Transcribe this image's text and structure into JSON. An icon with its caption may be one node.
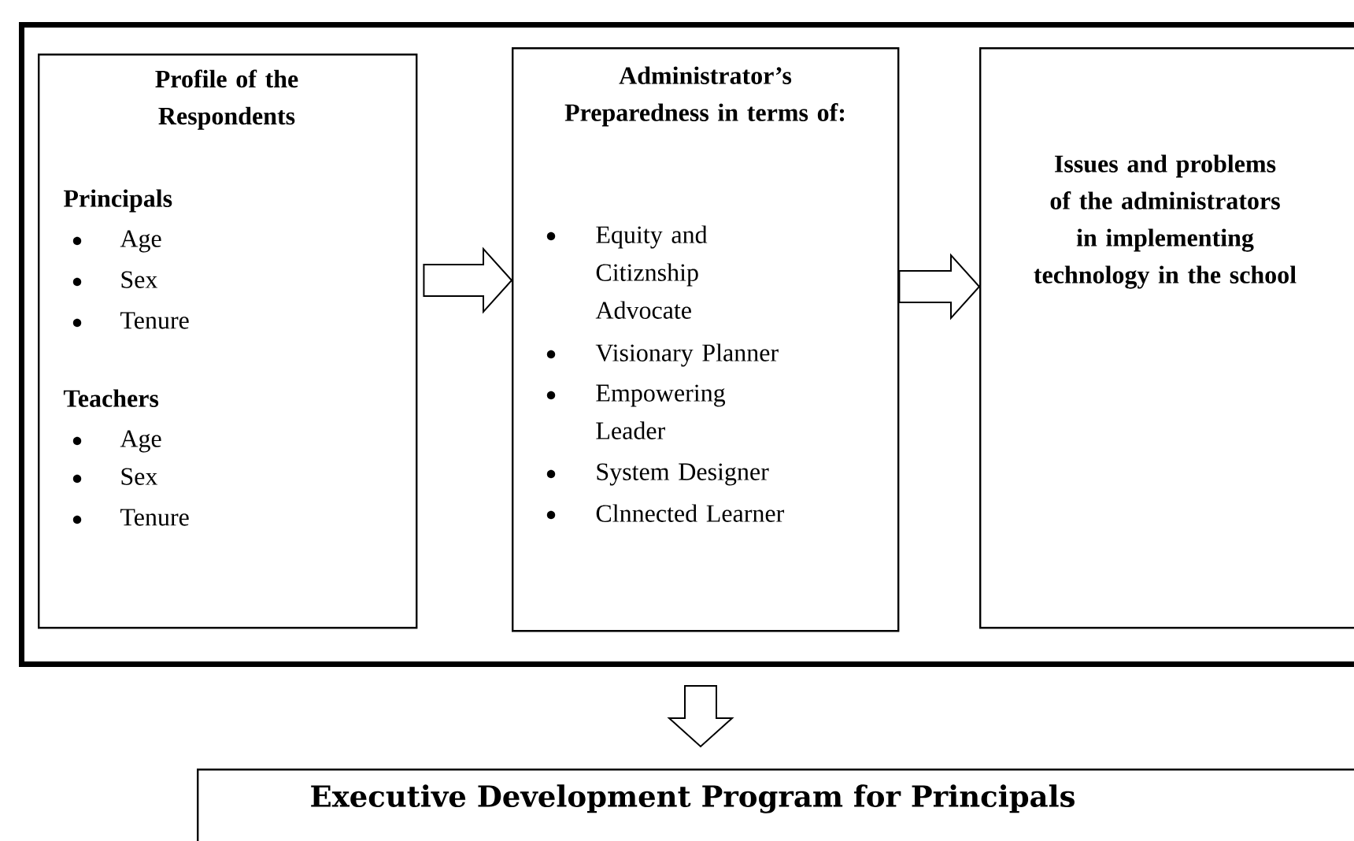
{
  "diagram": {
    "nodes": [
      {
        "text": [],
        "shape": "box"
      },
      {
        "text": [
          "Profile of the Respondents",
          "Principals",
          "Age",
          "Sex",
          "Tenure",
          "Teachers",
          "Age",
          "Sex",
          "Tenure"
        ],
        "in": 0
      },
      {
        "text": [
          "Administrator’s Preparedness in terms of:",
          "Equity and Citiznship Advocate",
          "Visionary Planner",
          "Empowering Leader",
          "System Designer",
          "Clnnected Learner"
        ],
        "in": 0
      },
      {
        "text": [
          "Issues and problems of the administrators in implementing technology in the school"
        ],
        "in": 0
      },
      {
        "text": [
          "Executive Development Program for Principals"
        ]
      }
    ],
    "edges": [
      {
        "from": 1,
        "to": 2,
        "arrow": "to"
      },
      {
        "from": 2,
        "to": 3,
        "arrow": "to"
      },
      {
        "from": 0,
        "to": 4,
        "arrow": "to"
      }
    ]
  }
}
